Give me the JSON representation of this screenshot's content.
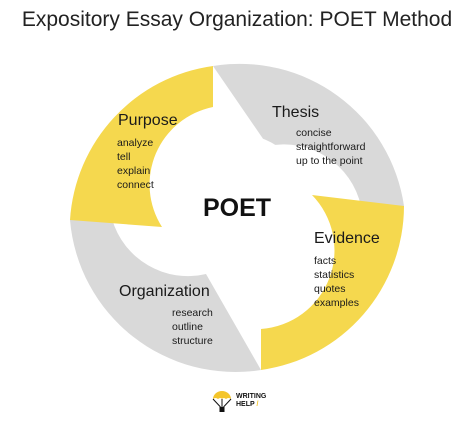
{
  "title": "Expository Essay Organization: POET Method",
  "center": "POET",
  "colors": {
    "yellow": "#f5d84e",
    "gray": "#d9d9d9",
    "accent": "#f4c52b"
  },
  "segments": [
    {
      "label": "Purpose",
      "items": [
        "analyze",
        "tell",
        "explain",
        "connect"
      ]
    },
    {
      "label": "Thesis",
      "items": [
        "concise",
        "straightforward",
        "up to the point"
      ]
    },
    {
      "label": "Evidence",
      "items": [
        "facts",
        "statistics",
        "quotes",
        "examples"
      ]
    },
    {
      "label": "Organization",
      "items": [
        "research",
        "outline",
        "structure"
      ]
    }
  ],
  "logo": {
    "line1": "WRITING",
    "line2": "HELP",
    "slash": "/",
    "icon": "parachute-icon"
  }
}
